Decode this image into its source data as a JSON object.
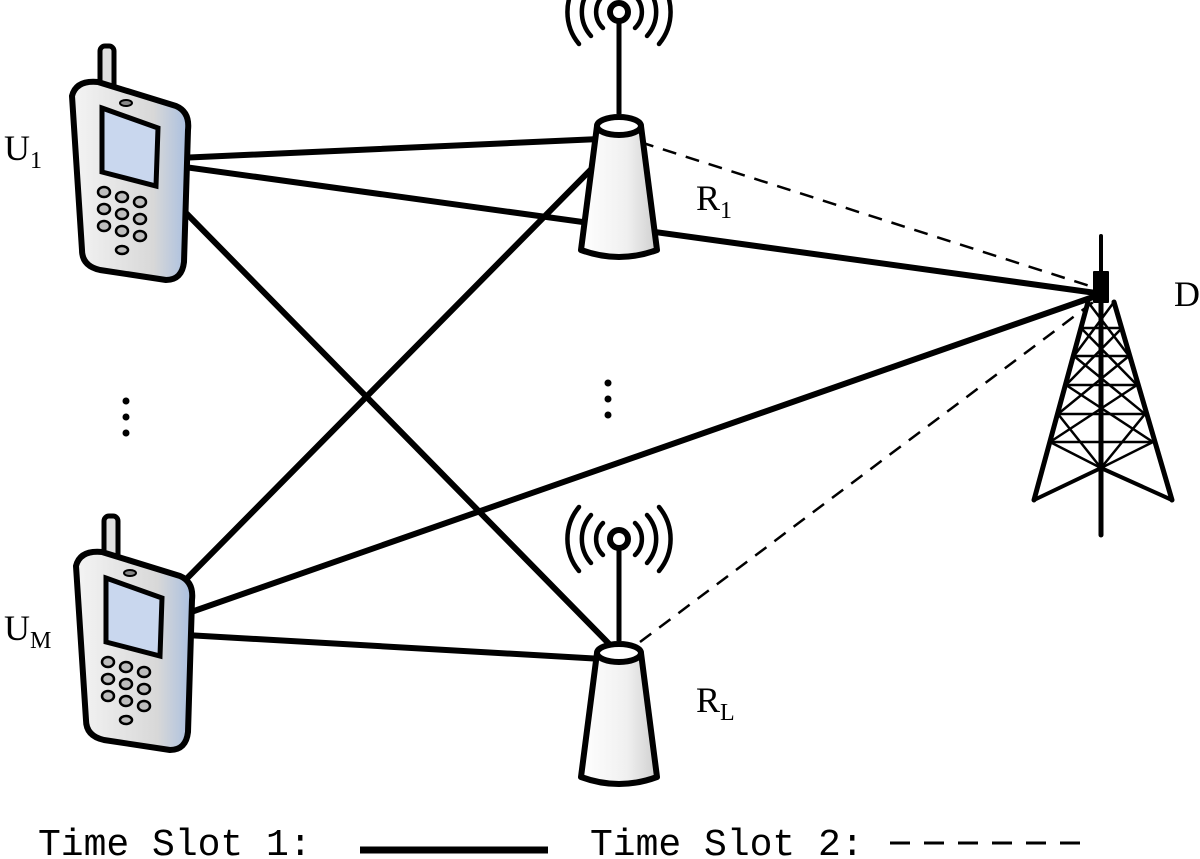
{
  "nodes": {
    "user_1": {
      "main": "U",
      "sub": "1",
      "icon": "mobile-phone-icon"
    },
    "user_m": {
      "main": "U",
      "sub": "M",
      "icon": "mobile-phone-icon"
    },
    "relay_1": {
      "main": "R",
      "sub": "1",
      "icon": "relay-antenna-icon"
    },
    "relay_l": {
      "main": "R",
      "sub": "L",
      "icon": "relay-antenna-icon"
    },
    "destination": {
      "main": "D",
      "icon": "transmission-tower-icon"
    }
  },
  "links": {
    "time_slot_1": [
      [
        "user_1",
        "relay_1"
      ],
      [
        "user_1",
        "relay_l"
      ],
      [
        "user_1",
        "destination"
      ],
      [
        "user_m",
        "relay_1"
      ],
      [
        "user_m",
        "relay_l"
      ],
      [
        "user_m",
        "destination"
      ]
    ],
    "time_slot_2": [
      [
        "relay_1",
        "destination"
      ],
      [
        "relay_l",
        "destination"
      ]
    ]
  },
  "legend": {
    "time_slot_1": {
      "label": "Time Slot 1:",
      "style": "solid"
    },
    "time_slot_2": {
      "label": "Time Slot 2:",
      "style": "dashed"
    }
  },
  "colors": {
    "phone_screen": "#c9d7ee",
    "phone_body": "#e8e8e8",
    "ink": "#000000"
  }
}
